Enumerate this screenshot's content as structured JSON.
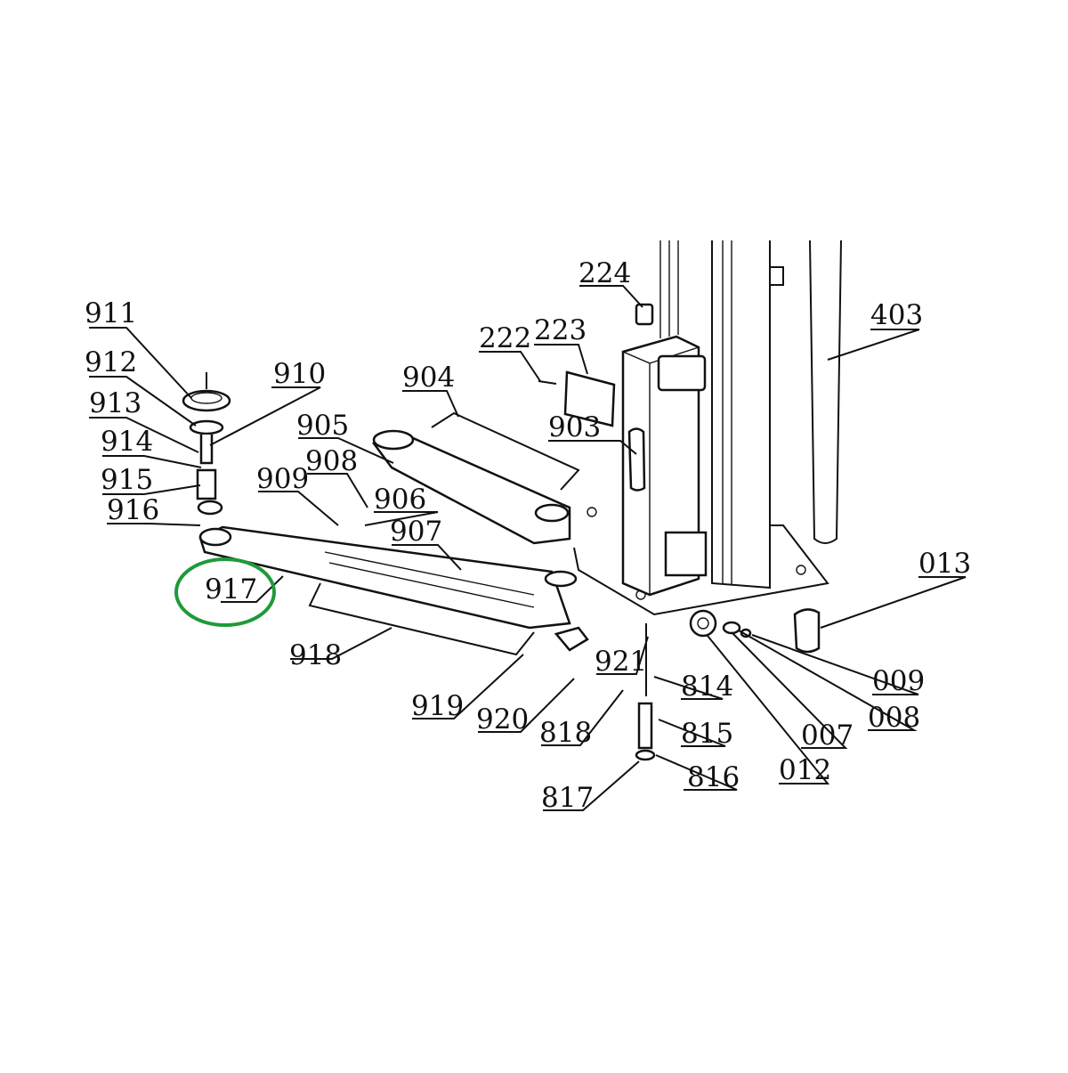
{
  "highlight": {
    "part": "917",
    "color": "#1f9a3a"
  },
  "parts": [
    {
      "id": "911",
      "label": "911"
    },
    {
      "id": "912",
      "label": "912"
    },
    {
      "id": "913",
      "label": "913"
    },
    {
      "id": "914",
      "label": "914"
    },
    {
      "id": "915",
      "label": "915"
    },
    {
      "id": "916",
      "label": "916"
    },
    {
      "id": "910",
      "label": "910"
    },
    {
      "id": "909",
      "label": "909"
    },
    {
      "id": "908",
      "label": "908"
    },
    {
      "id": "906",
      "label": "906"
    },
    {
      "id": "905",
      "label": "905"
    },
    {
      "id": "904",
      "label": "904"
    },
    {
      "id": "907",
      "label": "907"
    },
    {
      "id": "917",
      "label": "917"
    },
    {
      "id": "918",
      "label": "918"
    },
    {
      "id": "919",
      "label": "919"
    },
    {
      "id": "920",
      "label": "920"
    },
    {
      "id": "921",
      "label": "921"
    },
    {
      "id": "818",
      "label": "818"
    },
    {
      "id": "814",
      "label": "814"
    },
    {
      "id": "815",
      "label": "815"
    },
    {
      "id": "816",
      "label": "816"
    },
    {
      "id": "817",
      "label": "817"
    },
    {
      "id": "222",
      "label": "222"
    },
    {
      "id": "223",
      "label": "223"
    },
    {
      "id": "224",
      "label": "224"
    },
    {
      "id": "903",
      "label": "903"
    },
    {
      "id": "403",
      "label": "403"
    },
    {
      "id": "013",
      "label": "013"
    },
    {
      "id": "009",
      "label": "009"
    },
    {
      "id": "008",
      "label": "008"
    },
    {
      "id": "007",
      "label": "007"
    },
    {
      "id": "012",
      "label": "012"
    }
  ]
}
